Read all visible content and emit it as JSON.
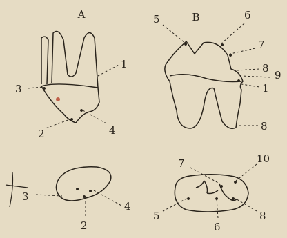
{
  "panels": {
    "a": {
      "label": "A",
      "top_callouts": [
        "1",
        "2",
        "3",
        "4"
      ],
      "bottom_callouts": [
        "2",
        "3",
        "4"
      ]
    },
    "b": {
      "label": "B",
      "top_callouts": [
        "1",
        "5",
        "6",
        "7",
        "8",
        "9",
        "8"
      ],
      "bottom_callouts": [
        "5",
        "6",
        "7",
        "8",
        "10"
      ]
    }
  },
  "colors": {
    "background": "#e6dcc4",
    "ink": "#2a241c",
    "red_spot": "#c0604a"
  }
}
